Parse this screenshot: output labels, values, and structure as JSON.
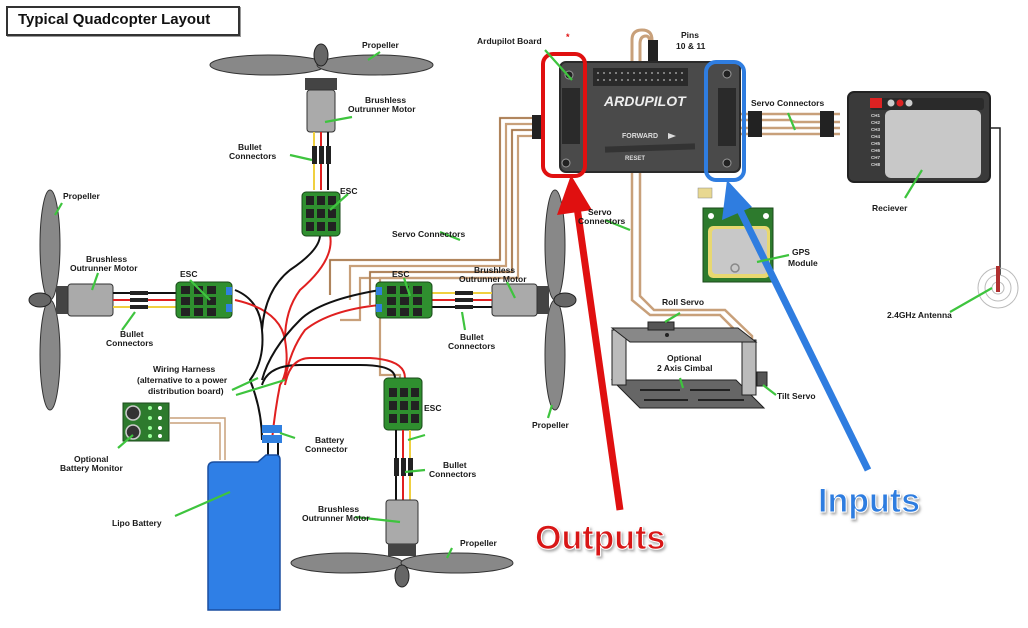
{
  "title": "Typical Quadcopter Layout",
  "labels": {
    "ardupilot_board": "Ardupilot Board",
    "asterisk": "*",
    "pins_line1": "Pins",
    "pins_line2": "10 & 11",
    "servo_connectors_top": "Servo Connectors",
    "receiver": "Reciever",
    "gps_line1": "GPS",
    "gps_line2": "Module",
    "servo_connectors_mid_line1": "Servo",
    "servo_connectors_mid_line2": "Connectors",
    "roll_servo": "Roll Servo",
    "gimbal_line1": "Optional",
    "gimbal_line2": "2 Axis Cimbal",
    "tilt_servo": "Tilt Servo",
    "antenna": "2.4GHz Antenna",
    "outputs": "Outputs",
    "inputs": "Inputs",
    "board_logo": "ARDUPILOT",
    "board_forward": "FORWARD",
    "board_reset": "RESET",
    "receiver_channels": [
      "CH1",
      "CH2",
      "CH3",
      "CH4",
      "CH5",
      "CH6",
      "CH7",
      "CH8"
    ],
    "top_motor": {
      "propeller": "Propeller",
      "motor_line1": "Brushless",
      "motor_line2": "Outrunner Motor",
      "bullet_line1": "Bullet",
      "bullet_line2": "Connectors",
      "esc": "ESC"
    },
    "left_motor": {
      "propeller": "Propeller",
      "motor_line1": "Brushless",
      "motor_line2": "Outrunner Motor",
      "bullet_line1": "Bullet",
      "bullet_line2": "Connectors",
      "esc": "ESC"
    },
    "right_motor": {
      "propeller": "Propeller",
      "motor_line1": "Brushless",
      "motor_line2": "Outrunner Motor",
      "bullet_line1": "Bullet",
      "bullet_line2": "Connectors",
      "esc": "ESC"
    },
    "bottom_motor": {
      "propeller": "Propeller",
      "motor_line1": "Brushless",
      "motor_line2": "Outrunner Motor",
      "bullet_line1": "Bullet",
      "bullet_line2": "Connectors",
      "esc": "ESC"
    },
    "servo_connectors_center": "Servo Connectors",
    "harness_line1": "Wiring Harness",
    "harness_line2": "(alternative to a power",
    "harness_line3": "distribution board)",
    "battery_connector_line1": "Battery",
    "battery_connector_line2": "Connector",
    "battery_monitor_line1": "Optional",
    "battery_monitor_line2": "Battery Monitor",
    "lipo_battery": "Lipo Battery"
  },
  "colors": {
    "outputs": "#e01010",
    "inputs": "#2f7de0",
    "pointer": "#3ec43e",
    "esc_green": "#2f8f2f",
    "battery_blue": "#2f7fe6",
    "servo_wire": "#c8a07a",
    "board": "#4a4a4a"
  }
}
